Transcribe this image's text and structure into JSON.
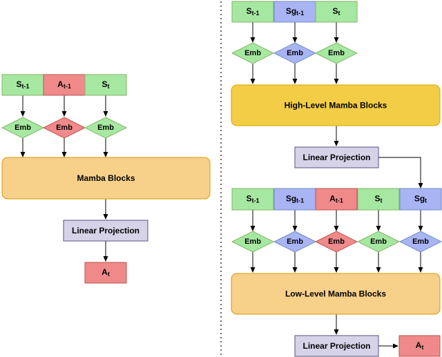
{
  "colors": {
    "green_fill": "#a6e8a1",
    "green_stroke": "#82b366",
    "blue_fill": "#a9b4f5",
    "blue_stroke": "#6c8ebf",
    "red_fill": "#f08a8a",
    "red_stroke": "#b85450",
    "lavender_fill": "#d6d3e9",
    "lavender_stroke": "#56517e",
    "orange_fill": "#f7d08a",
    "orange_stroke": "#d79b00",
    "yellow_fill": "#f2cd45",
    "yellow_stroke": "#d6a600",
    "divider": "#333333"
  },
  "left": {
    "inputs": [
      {
        "base": "S",
        "sub": "t-1",
        "color": "green"
      },
      {
        "base": "A",
        "sub": "t-1",
        "color": "red"
      },
      {
        "base": "S",
        "sub": "t",
        "color": "green"
      }
    ],
    "emb": [
      {
        "label": "Emb",
        "color": "green"
      },
      {
        "label": "Emb",
        "color": "red"
      },
      {
        "label": "Emb",
        "color": "green"
      }
    ],
    "blocks_label": "Mamba Blocks",
    "projection_label": "Linear Projection",
    "output": {
      "base": "A",
      "sub": "t"
    }
  },
  "right_top": {
    "inputs": [
      {
        "base": "S",
        "sub": "t-1",
        "color": "green"
      },
      {
        "base": "Sg",
        "sub": "t-1",
        "color": "blue"
      },
      {
        "base": "S",
        "sub": "t",
        "color": "green"
      }
    ],
    "emb": [
      {
        "label": "Emb",
        "color": "green"
      },
      {
        "label": "Emb",
        "color": "blue"
      },
      {
        "label": "Emb",
        "color": "green"
      }
    ],
    "blocks_label": "High-Level Mamba Blocks",
    "projection_label": "Linear Projection"
  },
  "right_bottom": {
    "inputs": [
      {
        "base": "S",
        "sub": "t-1",
        "color": "green"
      },
      {
        "base": "Sg",
        "sub": "t-1",
        "color": "blue"
      },
      {
        "base": "A",
        "sub": "t-1",
        "color": "red"
      },
      {
        "base": "S",
        "sub": "t",
        "color": "green"
      },
      {
        "base": "Sg",
        "sub": "t",
        "color": "blue"
      }
    ],
    "emb": [
      {
        "label": "Emb",
        "color": "green"
      },
      {
        "label": "Emb",
        "color": "blue"
      },
      {
        "label": "Emb",
        "color": "red"
      },
      {
        "label": "Emb",
        "color": "green"
      },
      {
        "label": "Emb",
        "color": "blue"
      }
    ],
    "blocks_label": "Low-Level Mamba Blocks",
    "projection_label": "Linear Projection",
    "output": {
      "base": "A",
      "sub": "t"
    }
  }
}
